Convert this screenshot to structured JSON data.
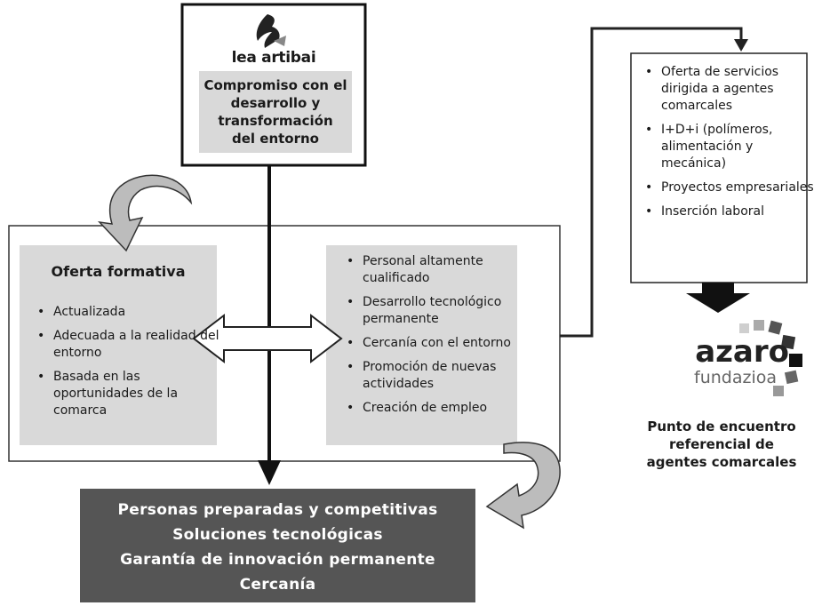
{
  "lea_artibai": {
    "logo_text": "lea artibai",
    "commitment": [
      "Compromiso con el",
      "desarrollo y",
      "transformación",
      "del entorno"
    ]
  },
  "formative_offer": {
    "title": "Oferta formativa",
    "items": [
      "Actualizada",
      "Adecuada a la realidad del entorno",
      "Basada en las oportunidades de la comarca"
    ]
  },
  "assets": {
    "items": [
      "Personal altamente cualificado",
      "Desarrollo tecnológico permanente",
      "Cercanía con el entorno",
      "Promoción de nuevas actividades",
      "Creación de empleo"
    ]
  },
  "services": {
    "items": [
      "Oferta de servicios dirigida a agentes comarcales",
      "I+D+i (polímeros, alimentación y mecánica)",
      "Proyectos empresariales",
      "Inserción laboral"
    ]
  },
  "azaro": {
    "logo_name": "azaro",
    "logo_sub": "fundazioa",
    "caption": [
      "Punto de encuentro",
      "referencial de",
      "agentes comarcales"
    ]
  },
  "results": {
    "lines": [
      "Personas preparadas y competitivas",
      "Soluciones tecnológicas",
      "Garantía de innovación permanente",
      "Cercanía"
    ]
  },
  "colors": {
    "dark_box": "#555555",
    "light_box": "#d9d9d9",
    "arrow_fill": "#bcbcbc",
    "azaro_text": "#222222"
  }
}
